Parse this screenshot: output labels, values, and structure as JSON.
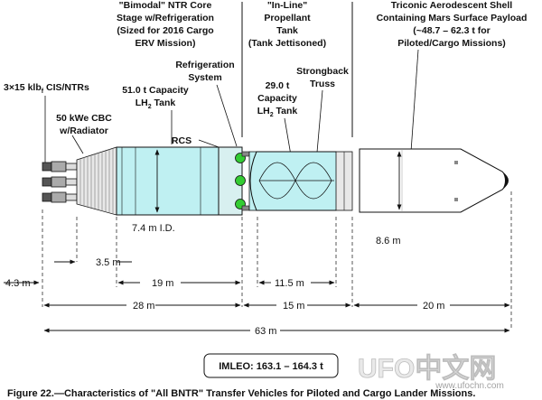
{
  "labels": {
    "engines": {
      "line1": "3×15 klb",
      "sub": "f",
      "line1b": " CIS/NTRs"
    },
    "cbc": {
      "line1": "50 kWe CBC",
      "line2": "w/Radiator"
    },
    "core_stage": {
      "line1": "\"Bimodal\" NTR Core",
      "line2": "Stage w/Refrigeration",
      "line3": "(Sized for 2016 Cargo",
      "line4": "ERV Mission)"
    },
    "core_tank": {
      "line1": "51.0 t Capacity",
      "line2a": "LH",
      "line2sub": "2",
      "line2b": " Tank"
    },
    "refrigeration": {
      "line1": "Refrigeration",
      "line2": "System"
    },
    "rcs": "RCS",
    "inline_stage": {
      "line1": "\"In-Line\"",
      "line2": "Propellant",
      "line3": "Tank",
      "line4": "(Tank Jettisoned)"
    },
    "inline_tank": {
      "line1": "29.0 t",
      "line2": "Capacity",
      "line3a": "LH",
      "line3sub": "2",
      "line3b": " Tank"
    },
    "strongback": {
      "line1": "Strongback",
      "line2": "Truss"
    },
    "aeroshell": {
      "line1": "Triconic Aerodescent Shell",
      "line2": "Containing Mars Surface Payload",
      "line3": "(~48.7 – 62.3 t for",
      "line4": "Piloted/Cargo Missions)"
    },
    "core_diameter": "7.4 m I.D.",
    "shell_diameter": "8.6 m"
  },
  "dimensions": {
    "engine_len": "4.3 m",
    "cbc_len": "3.5 m",
    "core_tank_len": "19 m",
    "core_stage_len": "28 m",
    "inline_tank_len": "11.5 m",
    "inline_stage_len": "15 m",
    "payload_len": "20 m",
    "overall_len": "63 m"
  },
  "imleo": "IMLEO:  163.1 – 164.3 t",
  "caption": "Figure 22.—Characteristics of \"All BNTR\" Transfer Vehicles for Piloted and Cargo Lander Missions.",
  "watermark": {
    "logo": "UFO中文网",
    "url": "www.ufochn.com"
  },
  "colors": {
    "tank_fill": "#bff0f2",
    "rcs_green": "#33cc33",
    "line": "#111111"
  }
}
